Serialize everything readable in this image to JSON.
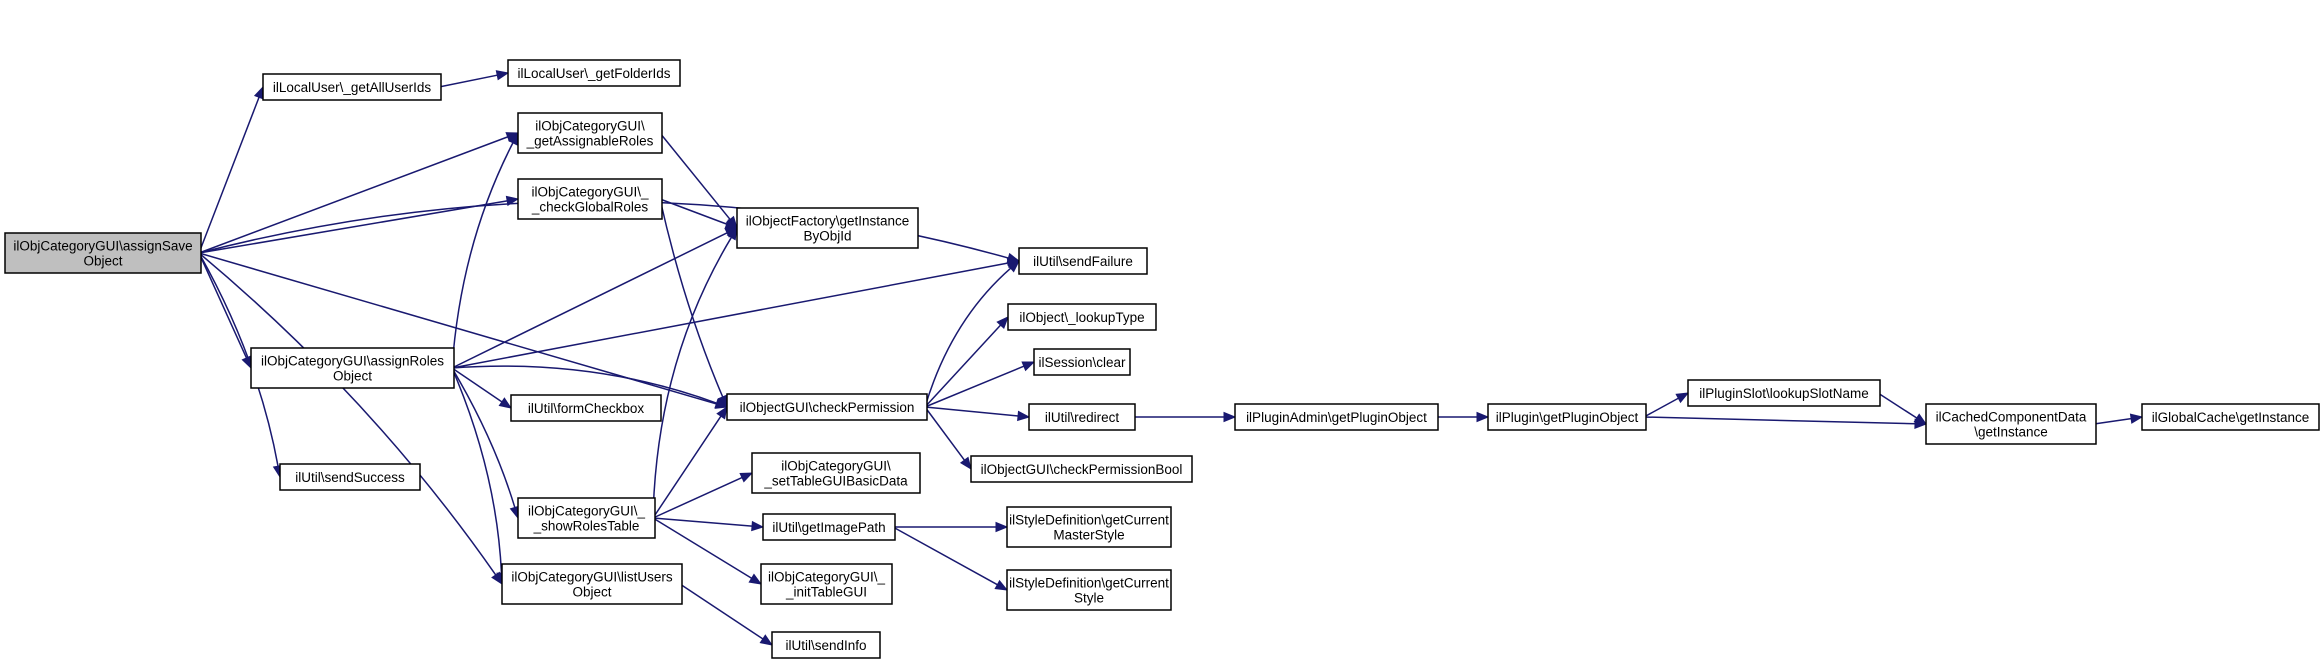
{
  "graph": {
    "nodes": [
      {
        "id": "root",
        "lines": [
          "ilObjCategoryGUI\\assignSave",
          "Object"
        ]
      },
      {
        "id": "getAllUserIds",
        "lines": [
          "ilLocalUser\\_getAllUserIds"
        ]
      },
      {
        "id": "getFolderIds",
        "lines": [
          "ilLocalUser\\_getFolderIds"
        ]
      },
      {
        "id": "getAssignableRoles",
        "lines": [
          "ilObjCategoryGUI\\",
          "_getAssignableRoles"
        ]
      },
      {
        "id": "checkGlobalRoles",
        "lines": [
          "ilObjCategoryGUI\\_",
          "_checkGlobalRoles"
        ]
      },
      {
        "id": "getInstanceByObjId",
        "lines": [
          "ilObjectFactory\\getInstance",
          "ByObjId"
        ]
      },
      {
        "id": "sendFailure",
        "lines": [
          "ilUtil\\sendFailure"
        ]
      },
      {
        "id": "lookupType",
        "lines": [
          "ilObject\\_lookupType"
        ]
      },
      {
        "id": "sessionClear",
        "lines": [
          "ilSession\\clear"
        ]
      },
      {
        "id": "assignRolesObject",
        "lines": [
          "ilObjCategoryGUI\\assignRoles",
          "Object"
        ]
      },
      {
        "id": "formCheckbox",
        "lines": [
          "ilUtil\\formCheckbox"
        ]
      },
      {
        "id": "checkPermission",
        "lines": [
          "ilObjectGUI\\checkPermission"
        ]
      },
      {
        "id": "redirect",
        "lines": [
          "ilUtil\\redirect"
        ]
      },
      {
        "id": "pluginAdminGet",
        "lines": [
          "ilPluginAdmin\\getPluginObject"
        ]
      },
      {
        "id": "pluginGet",
        "lines": [
          "ilPlugin\\getPluginObject"
        ]
      },
      {
        "id": "lookupSlotName",
        "lines": [
          "ilPluginSlot\\lookupSlotName"
        ]
      },
      {
        "id": "cachedGetInstance",
        "lines": [
          "ilCachedComponentData",
          "\\getInstance"
        ]
      },
      {
        "id": "globalCacheGetInstance",
        "lines": [
          "ilGlobalCache\\getInstance"
        ]
      },
      {
        "id": "checkPermissionBool",
        "lines": [
          "ilObjectGUI\\checkPermissionBool"
        ]
      },
      {
        "id": "sendSuccess",
        "lines": [
          "ilUtil\\sendSuccess"
        ]
      },
      {
        "id": "showRolesTable",
        "lines": [
          "ilObjCategoryGUI\\_",
          "_showRolesTable"
        ]
      },
      {
        "id": "setTableGUIBasicData",
        "lines": [
          "ilObjCategoryGUI\\",
          "_setTableGUIBasicData"
        ]
      },
      {
        "id": "getImagePath",
        "lines": [
          "ilUtil\\getImagePath"
        ]
      },
      {
        "id": "getCurrentMasterStyle",
        "lines": [
          "ilStyleDefinition\\getCurrent",
          "MasterStyle"
        ]
      },
      {
        "id": "listUsersObject",
        "lines": [
          "ilObjCategoryGUI\\listUsers",
          "Object"
        ]
      },
      {
        "id": "initTableGUI",
        "lines": [
          "ilObjCategoryGUI\\_",
          "_initTableGUI"
        ]
      },
      {
        "id": "getCurrentStyle",
        "lines": [
          "ilStyleDefinition\\getCurrent",
          "Style"
        ]
      },
      {
        "id": "sendInfo",
        "lines": [
          "ilUtil\\sendInfo"
        ]
      }
    ],
    "edges": [
      [
        "root",
        "getAllUserIds"
      ],
      [
        "root",
        "sendFailure"
      ],
      [
        "root",
        "getAssignableRoles"
      ],
      [
        "root",
        "checkGlobalRoles"
      ],
      [
        "root",
        "checkPermission"
      ],
      [
        "root",
        "assignRolesObject"
      ],
      [
        "root",
        "sendSuccess"
      ],
      [
        "root",
        "listUsersObject"
      ],
      [
        "getAllUserIds",
        "getFolderIds"
      ],
      [
        "getAssignableRoles",
        "getInstanceByObjId"
      ],
      [
        "checkGlobalRoles",
        "getInstanceByObjId"
      ],
      [
        "checkGlobalRoles",
        "checkPermission"
      ],
      [
        "assignRolesObject",
        "getAssignableRoles"
      ],
      [
        "assignRolesObject",
        "getInstanceByObjId"
      ],
      [
        "assignRolesObject",
        "sendFailure"
      ],
      [
        "assignRolesObject",
        "formCheckbox"
      ],
      [
        "assignRolesObject",
        "checkPermission"
      ],
      [
        "assignRolesObject",
        "showRolesTable"
      ],
      [
        "assignRolesObject",
        "listUsersObject"
      ],
      [
        "checkPermission",
        "sendFailure"
      ],
      [
        "checkPermission",
        "lookupType"
      ],
      [
        "checkPermission",
        "sessionClear"
      ],
      [
        "checkPermission",
        "redirect"
      ],
      [
        "checkPermission",
        "checkPermissionBool"
      ],
      [
        "redirect",
        "pluginAdminGet"
      ],
      [
        "pluginAdminGet",
        "pluginGet"
      ],
      [
        "pluginGet",
        "lookupSlotName"
      ],
      [
        "pluginGet",
        "cachedGetInstance"
      ],
      [
        "lookupSlotName",
        "cachedGetInstance"
      ],
      [
        "cachedGetInstance",
        "globalCacheGetInstance"
      ],
      [
        "showRolesTable",
        "getInstanceByObjId"
      ],
      [
        "showRolesTable",
        "checkPermission"
      ],
      [
        "showRolesTable",
        "setTableGUIBasicData"
      ],
      [
        "showRolesTable",
        "getImagePath"
      ],
      [
        "showRolesTable",
        "initTableGUI"
      ],
      [
        "getImagePath",
        "getCurrentMasterStyle"
      ],
      [
        "getImagePath",
        "getCurrentStyle"
      ],
      [
        "listUsersObject",
        "sendInfo"
      ]
    ]
  }
}
